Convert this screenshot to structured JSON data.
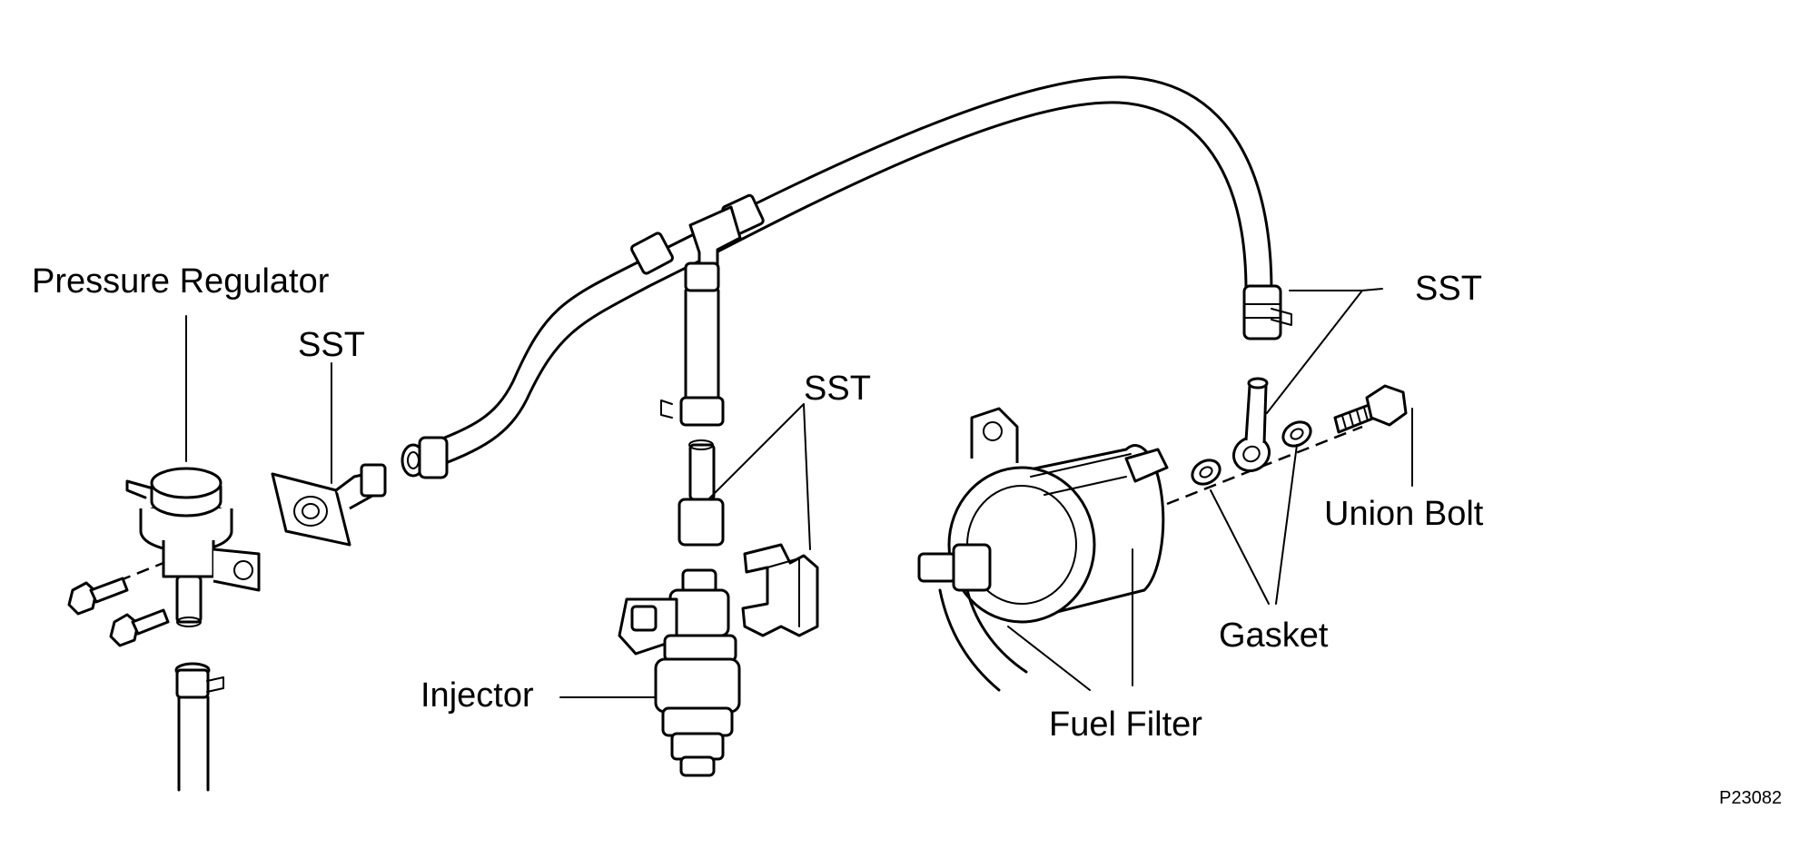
{
  "diagram": {
    "labels": {
      "pressure_regulator": "Pressure Regulator",
      "sst_regulator": "SST",
      "sst_injector": "SST",
      "sst_hose": "SST",
      "injector": "Injector",
      "fuel_filter": "Fuel Filter",
      "gasket": "Gasket",
      "union_bolt": "Union Bolt"
    },
    "figure_code": "P23082"
  }
}
